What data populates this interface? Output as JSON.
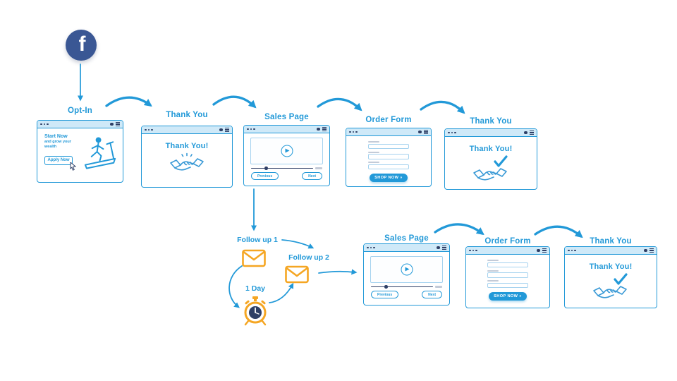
{
  "colors": {
    "accent_blue": "#2299d8",
    "navy": "#2e3f66",
    "titlebar_blue": "#cfe9f8",
    "field_border_blue": "#a5d2ef",
    "orange": "#f5a623",
    "facebook_blue": "#3a5794"
  },
  "source": {
    "icon": "facebook",
    "letter": "f"
  },
  "top_flow": {
    "optin": {
      "label": "Opt-In",
      "headline": "Start Now",
      "subheadline": "and grow your wealth",
      "cta": "Apply Now"
    },
    "thankyou1": {
      "label": "Thank You",
      "message": "Thank You!"
    },
    "sales": {
      "label": "Sales Page",
      "prev": "Previous",
      "next": "Next"
    },
    "order": {
      "label": "Order Form",
      "cta": "SHOP NOW »"
    },
    "thankyou2": {
      "label": "Thank You",
      "message": "Thank You!"
    }
  },
  "followup_flow": {
    "followup1": "Follow up 1",
    "followup2": "Follow up 2",
    "delay": "1 Day",
    "sales": {
      "label": "Sales Page",
      "prev": "Previous",
      "next": "Next"
    },
    "order": {
      "label": "Order Form",
      "cta": "SHOP NOW »"
    },
    "thankyou": {
      "label": "Thank You",
      "message": "Thank You!"
    }
  }
}
